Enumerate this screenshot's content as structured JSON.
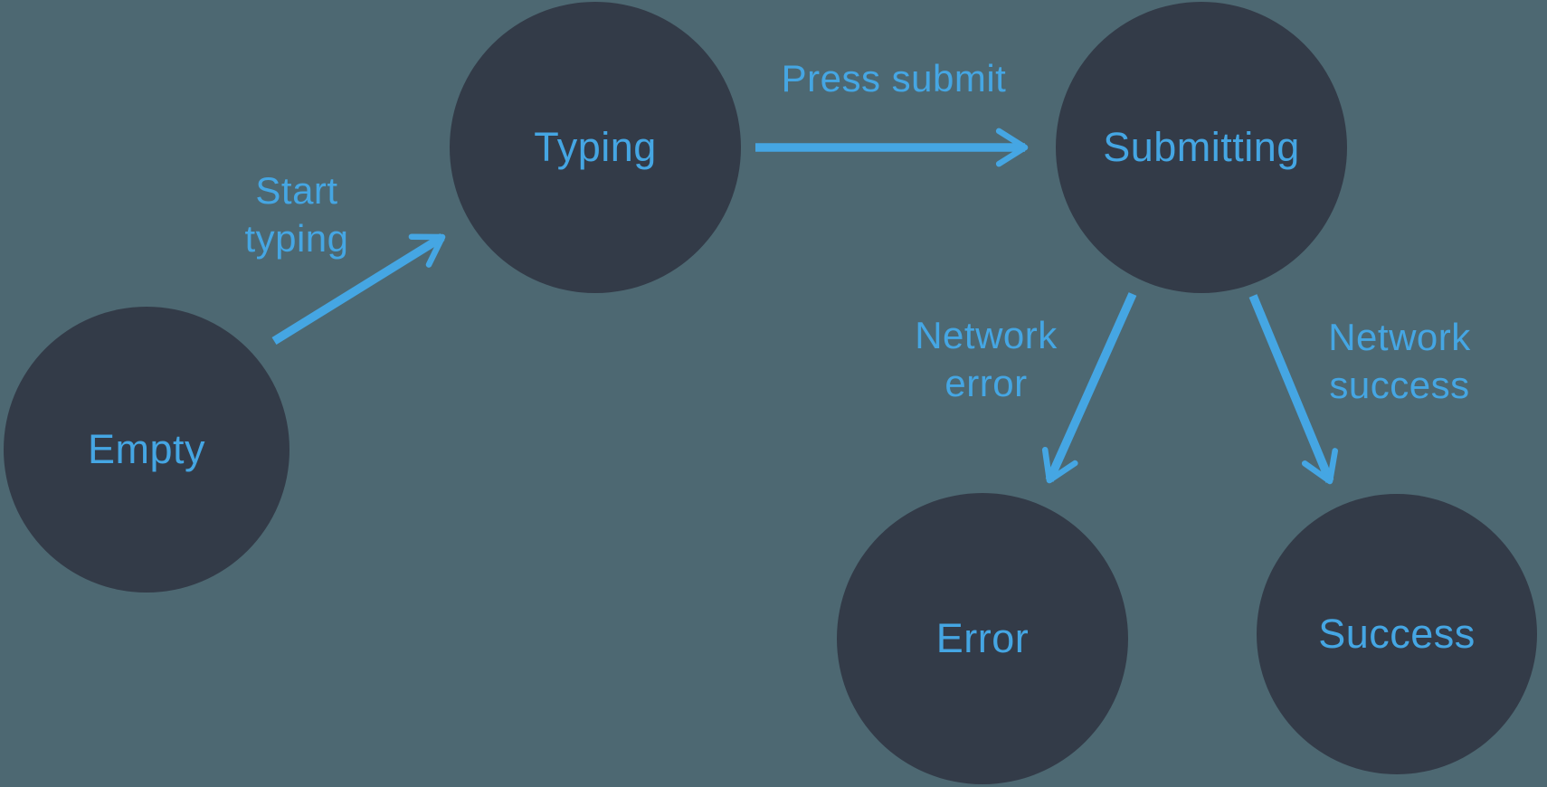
{
  "diagram": {
    "type": "state-machine",
    "colors": {
      "background": "#4D6872",
      "node_fill": "#333B48",
      "accent": "#45A6E3"
    },
    "states": [
      {
        "id": "empty",
        "label": "Empty"
      },
      {
        "id": "typing",
        "label": "Typing"
      },
      {
        "id": "submitting",
        "label": "Submitting"
      },
      {
        "id": "error",
        "label": "Error"
      },
      {
        "id": "success",
        "label": "Success"
      }
    ],
    "transitions": [
      {
        "from": "empty",
        "to": "typing",
        "label": "Start typing",
        "label_lines": [
          "Start",
          "typing"
        ]
      },
      {
        "from": "typing",
        "to": "submitting",
        "label": "Press submit",
        "label_lines": [
          "Press submit"
        ]
      },
      {
        "from": "submitting",
        "to": "error",
        "label": "Network error",
        "label_lines": [
          "Network",
          "error"
        ]
      },
      {
        "from": "submitting",
        "to": "success",
        "label": "Network success",
        "label_lines": [
          "Network",
          "success"
        ]
      }
    ]
  }
}
